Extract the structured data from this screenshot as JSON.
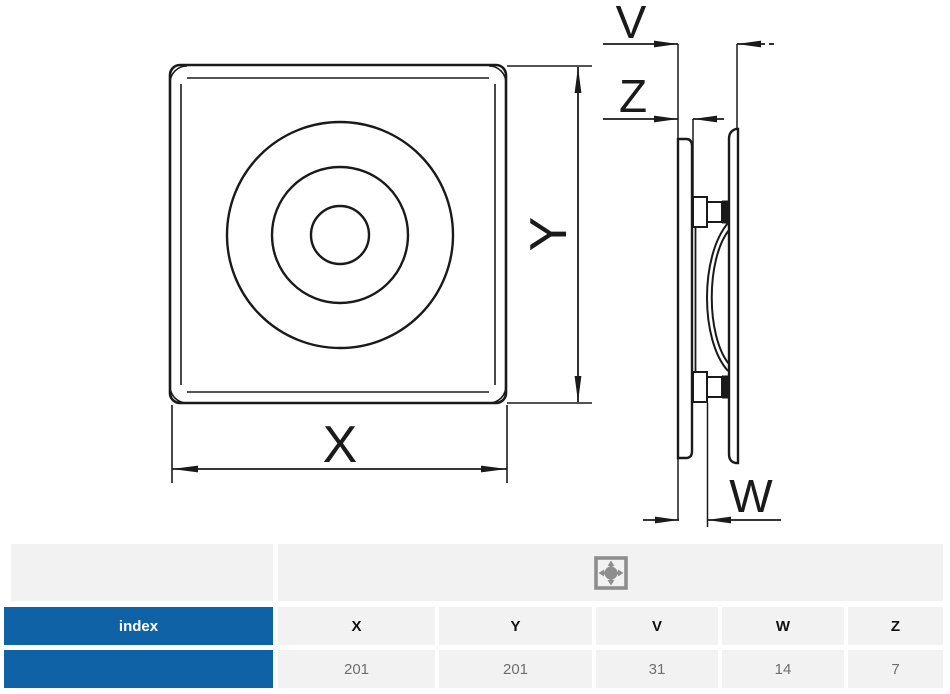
{
  "diagram": {
    "front_view": {
      "width_label": "X",
      "height_label": "Y"
    },
    "side_view": {
      "total_depth_label": "V",
      "plate_thickness_label": "Z",
      "body_depth_label": "W"
    }
  },
  "table": {
    "index_header": "index",
    "icon": "dimensions-icon",
    "columns": [
      {
        "label": "X",
        "value": "201"
      },
      {
        "label": "Y",
        "value": "201"
      },
      {
        "label": "V",
        "value": "31"
      },
      {
        "label": "W",
        "value": "14"
      },
      {
        "label": "Z",
        "value": "7"
      }
    ]
  },
  "colors": {
    "accent_blue": "#1062a6",
    "cell_gray": "#f2f2f2",
    "line_black": "#1a1a1a",
    "value_text": "#6f6f6f",
    "icon_gray": "#8e8e8e"
  }
}
